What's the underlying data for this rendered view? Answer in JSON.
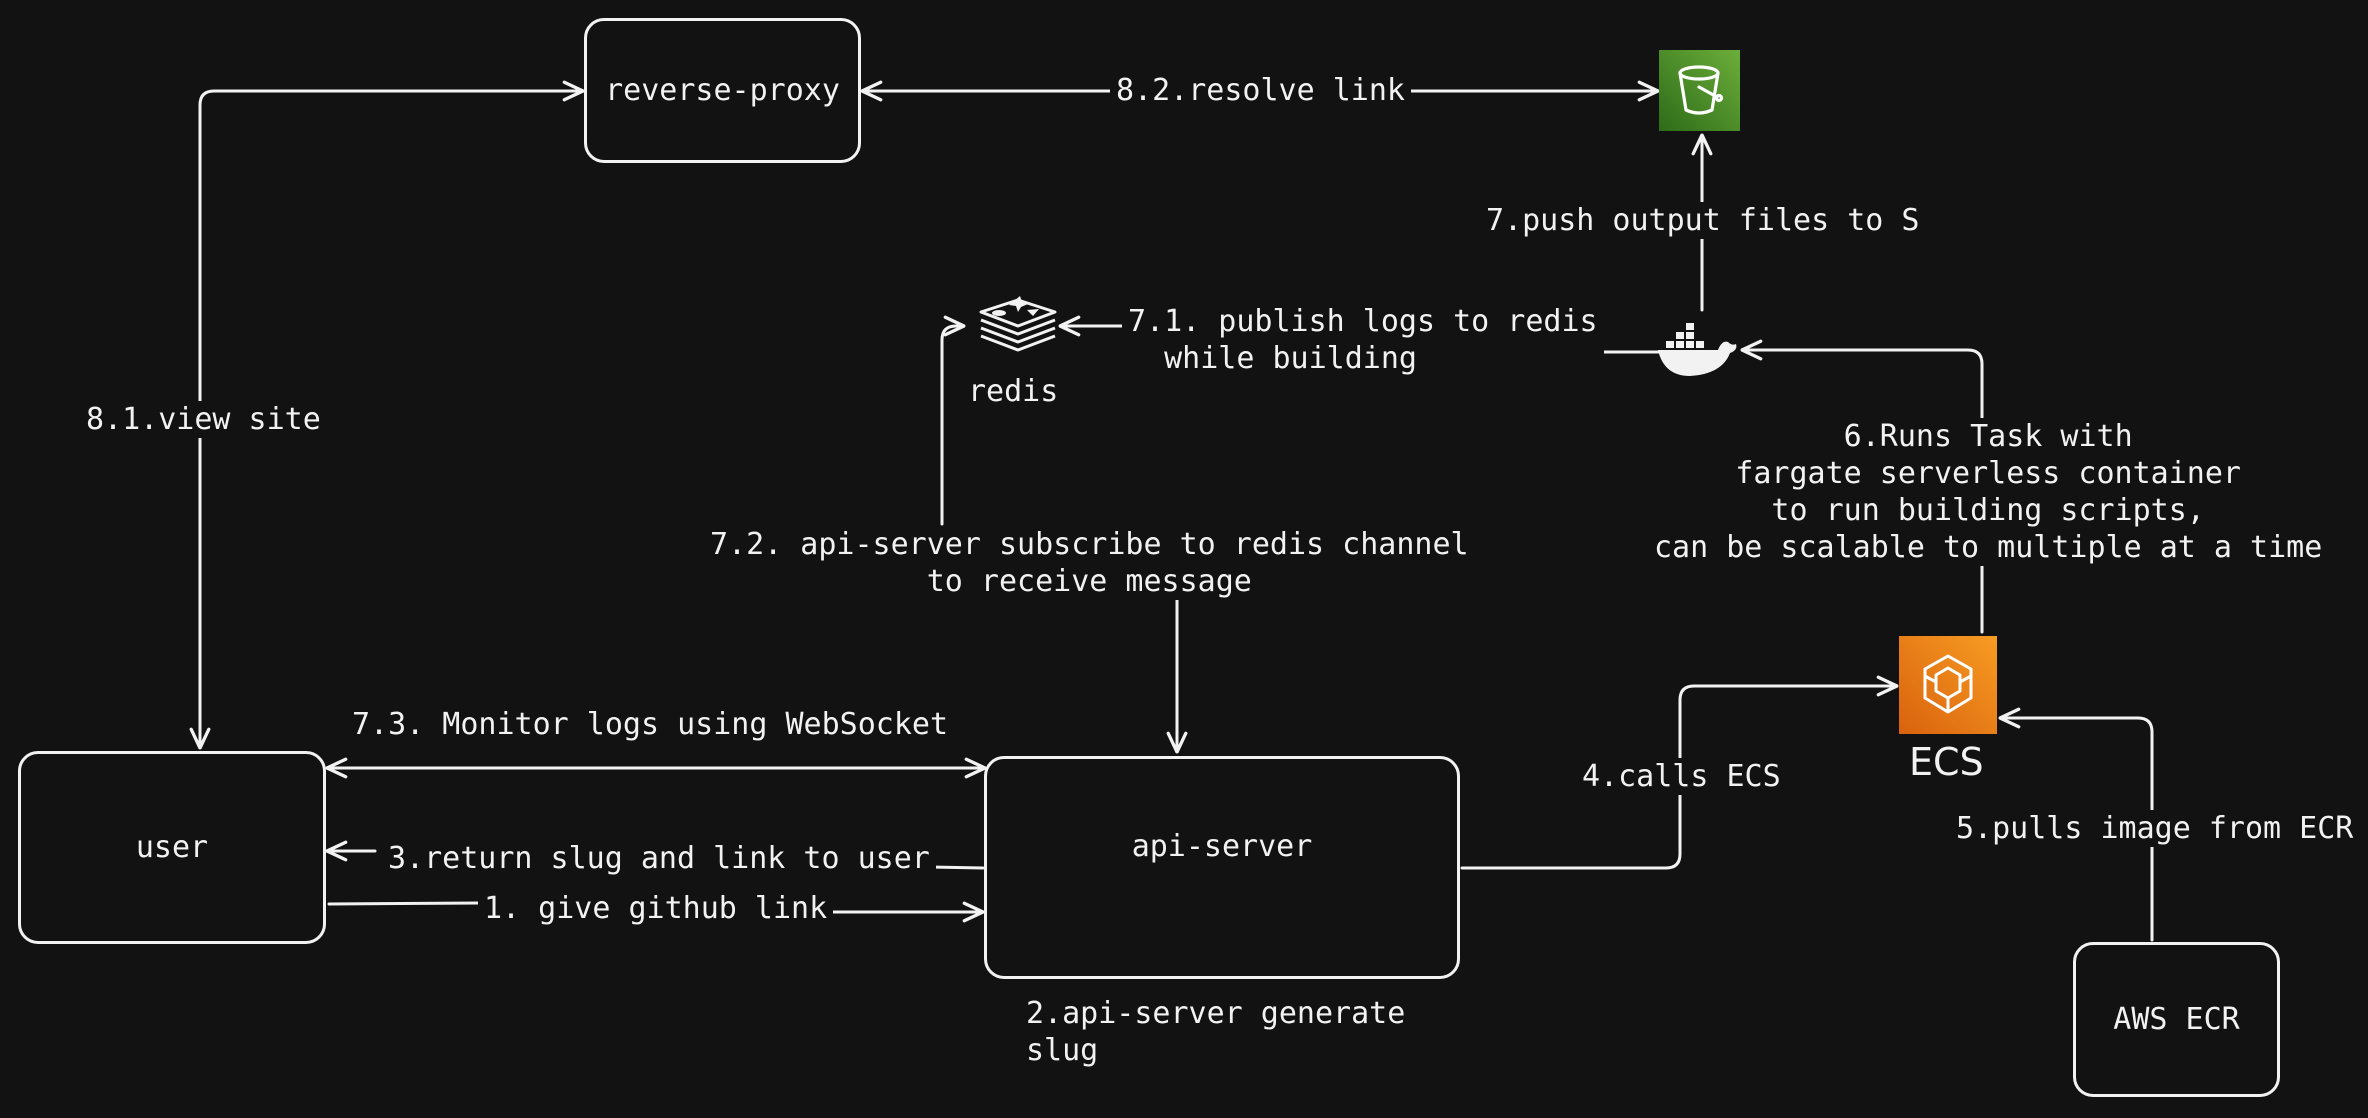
{
  "colors": {
    "background": "#121212",
    "stroke": "#f2f2f2",
    "s3_green_light": "#5a9e2f",
    "s3_green_dark": "#2e6b19",
    "ecs_orange_light": "#f6941f",
    "ecs_orange_dark": "#d9620e"
  },
  "nodes": {
    "reverse_proxy": "reverse-proxy",
    "user": "user",
    "api_server": "api-server",
    "aws_ecr": "AWS ECR"
  },
  "icons": {
    "s3": "s3-bucket-icon",
    "redis": "redis-icon",
    "docker": "docker-whale-icon",
    "ecs": "ecs-icon"
  },
  "icon_labels": {
    "redis": "redis",
    "ecs": "ECS"
  },
  "edges": {
    "resolve_link": "8.2.resolve link",
    "push_output": "7.push output files to S",
    "publish_logs": "7.1. publish logs to redis\n  while building",
    "view_site": "8.1.view site",
    "runs_task": "6.Runs Task with\nfargate serverless container\nto run building scripts,\ncan be scalable to multiple at a time",
    "subscribe": "7.2. api-server subscribe to redis channel\nto receive message",
    "monitor_logs": "7.3. Monitor logs using WebSocket",
    "calls_ecs": "4.calls ECS",
    "pulls_image": "5.pulls image from ECR",
    "return_slug": "3.return slug and link to user",
    "give_github": "1. give github link",
    "generate_slug": "2.api-server generate\nslug"
  }
}
